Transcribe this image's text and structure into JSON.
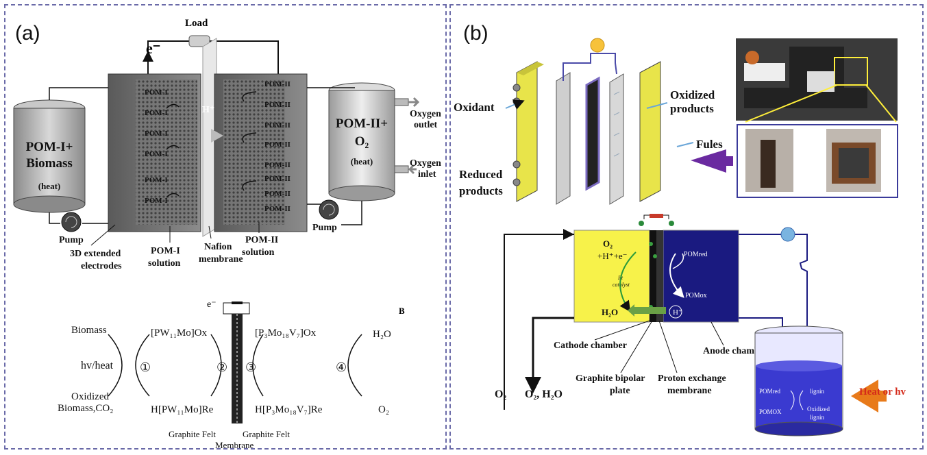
{
  "panel_a": {
    "label": "(a)",
    "top": {
      "load": "Load",
      "electron": "e⁻",
      "hplus": "H⁺",
      "left_tank": [
        "POM-I+",
        "Biomass",
        "(heat)"
      ],
      "right_tank": [
        "POM-II+",
        "O₂",
        "(heat)"
      ],
      "oxygen_outlet": [
        "Oxygen",
        "outlet"
      ],
      "oxygen_inlet": [
        "Oxygen",
        "inlet"
      ],
      "pump_left": "Pump",
      "pump_right": "Pump",
      "left_cell": [
        "POM-I",
        "POM-I",
        "POM-I",
        "POM-I",
        "POM-I",
        "POM-I"
      ],
      "right_cell": [
        "POM-II",
        "POM-II",
        "POM-II",
        "POM-II",
        "POM-II",
        "POM-II",
        "POM-II",
        "POM-II"
      ],
      "label_3d": [
        "3D extended",
        "electrodes"
      ],
      "label_pom1": [
        "POM-I",
        "solution"
      ],
      "label_nafion": [
        "Nafion",
        "membrane"
      ],
      "label_pom2": [
        "POM-II",
        "solution"
      ]
    },
    "bottom": {
      "letter_b": "B",
      "electron": "e⁻",
      "biomass": "Biomass",
      "hv_heat": "hv/heat",
      "oxidized": [
        "Oxidized",
        "Biomass,CO₂"
      ],
      "pw_ox": "[PW₁₁Mo]Ox",
      "pw_re": "H[PW₁₁Mo]Re",
      "p3_ox": "[P₃Mo₁₈V₇]Ox",
      "p3_re": "H[P₃Mo₁₈V₇]Re",
      "h2o": "H₂O",
      "o2": "O₂",
      "steps": [
        "①",
        "②",
        "③",
        "④"
      ],
      "graphite_left": "Graphite Felt",
      "graphite_right": "Graphite Felt",
      "membrane": "Membrane"
    }
  },
  "panel_b": {
    "label": "(b)",
    "top": {
      "oxidant": "Oxidant",
      "reduced": [
        "Reduced",
        "products"
      ],
      "oxidized": [
        "Oxidized",
        "products"
      ],
      "fules": "Fules"
    },
    "bottom": {
      "o2_reaction": [
        "O₂",
        "+H⁺+e⁻"
      ],
      "pt_catalyst": [
        "Pt",
        "catalyst"
      ],
      "h2o": "H₂O",
      "hplus": "H⁺",
      "pom_red": "POMred",
      "pom_ox": "POMox",
      "cathode": "Cathode chamber",
      "anode": "Anode chamber",
      "graphite": [
        "Graphite bipolar",
        "plate"
      ],
      "proton": [
        "Proton exchange",
        "membrane"
      ],
      "o2_left": "O₂",
      "o2_h2o": "O₂, H₂O",
      "beaker_pom_red": "POMred",
      "beaker_pom_ox": "POMOX",
      "lignin": "lignin",
      "oxidized_lignin": [
        "Oxidized",
        "lignin"
      ],
      "heat_or_hv": "Heat or hv"
    }
  }
}
